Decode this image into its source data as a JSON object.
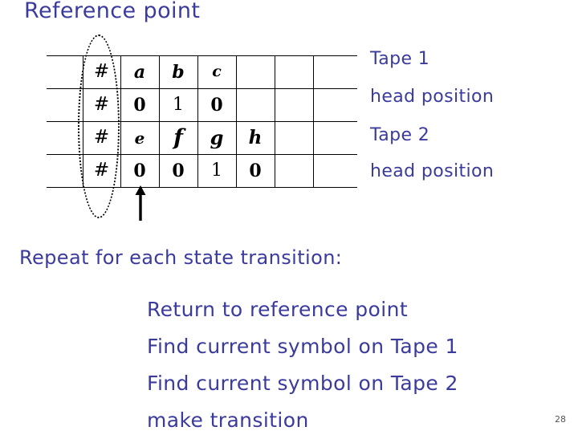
{
  "slide": {
    "title": "Reference point",
    "page_number": "28",
    "text_color": "#3b3b9e"
  },
  "tape_table": {
    "columns": 8,
    "rows": 4,
    "cells": [
      [
        "",
        "#",
        "a",
        "b",
        "c",
        "",
        "",
        ""
      ],
      [
        "",
        "#",
        "0",
        "1",
        "0",
        "",
        "",
        ""
      ],
      [
        "",
        "#",
        "e",
        "f",
        "g",
        "h",
        "",
        ""
      ],
      [
        "",
        "#",
        "0",
        "0",
        "1",
        "0",
        "",
        ""
      ]
    ]
  },
  "annotations": {
    "reference_ellipse": "dotted-ellipse-around-hash-column",
    "head_arrow": "up-arrow-tape1-head"
  },
  "right_labels": [
    {
      "key": "tape1",
      "text": "Tape 1"
    },
    {
      "key": "head1",
      "text": "head position"
    },
    {
      "key": "tape2",
      "text": "Tape 2"
    },
    {
      "key": "head2",
      "text": "head position"
    }
  ],
  "repeat_line": "Repeat for each state transition:",
  "steps": [
    "Return to reference point",
    "Find current symbol on Tape 1",
    "Find current symbol on Tape 2",
    "make transition"
  ]
}
